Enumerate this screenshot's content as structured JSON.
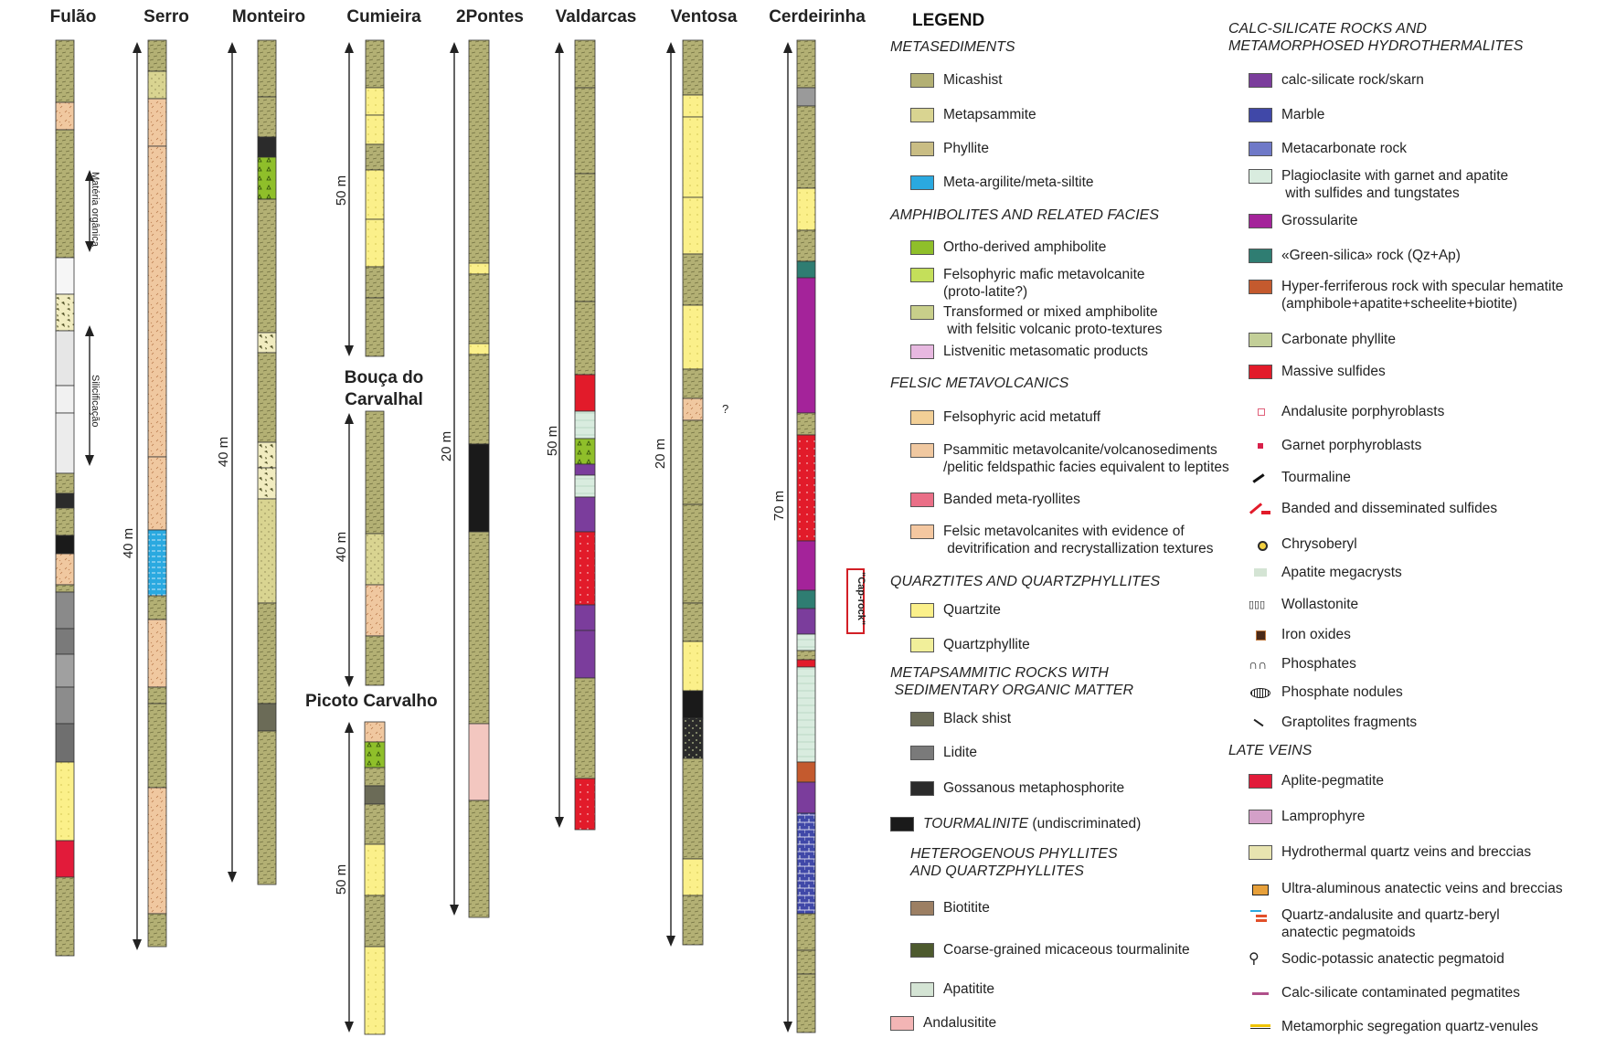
{
  "columns": [
    {
      "name": "Fulão",
      "scale": ""
    },
    {
      "name": "Serro",
      "scale": "40 m"
    },
    {
      "name": "Monteiro",
      "scale": "40 m"
    },
    {
      "name": "Cumieira",
      "scale": "50 m"
    },
    {
      "name": "2Pontes",
      "scale": "20 m"
    },
    {
      "name": "Valdarcas",
      "scale": "50 m"
    },
    {
      "name": "Ventosa",
      "scale": "20 m"
    },
    {
      "name": "Cerdeirinha",
      "scale": "70 m"
    }
  ],
  "cumieira_extra": {
    "bouca_label": "Bouça do\nCarvalhal",
    "bouca_scale": "40 m",
    "picoto_label": "Picoto Carvalho",
    "picoto_scale": "50 m"
  },
  "fulao_notes": {
    "organic": "Matéria orgânica",
    "silic": "Silicificação"
  },
  "ventosa_question": "?",
  "cap_rock": "\"Cap-rock\"",
  "legend": {
    "title": "LEGEND",
    "metasediments": {
      "heading": "METASEDIMENTS",
      "items": [
        {
          "label": "Micashist",
          "icon": "micashist-swatch",
          "color": "#b3b074"
        },
        {
          "label": "Metapsammite",
          "icon": "metapsammite-swatch",
          "color": "#d9d491"
        },
        {
          "label": "Phyllite",
          "icon": "phyllite-swatch",
          "color": "#c9bd84"
        },
        {
          "label": "Meta-argilite/meta-siltite",
          "icon": "meta-argilite-swatch",
          "color": "#2aa9e0"
        }
      ]
    },
    "amphibolites": {
      "heading": "AMPHIBOLITES AND RELATED FACIES",
      "items": [
        {
          "label": "Ortho-derived amphibolite",
          "icon": "ortho-amphibolite-swatch",
          "color": "#8fbf2a"
        },
        {
          "label": "Felsophyric mafic metavolcanite\n(proto-latite?)",
          "icon": "felsophyric-mafic-swatch",
          "color": "#c4df5a"
        },
        {
          "label": "Transformed or mixed amphibolite\n with felsitic volcanic proto-textures",
          "icon": "mixed-amphibolite-swatch",
          "color": "#c8cf8a"
        },
        {
          "label": "Listvenitic metasomatic products",
          "icon": "listvenitic-swatch",
          "color": "#e7b8e0"
        }
      ]
    },
    "felsic": {
      "heading": "FELSIC METAVOLCANICS",
      "items": [
        {
          "label": "Felsophyric acid metatuff",
          "icon": "acid-metatuff-swatch",
          "color": "#f2cf96"
        },
        {
          "label": "Psammitic metavolcanite/volcanosediments\n/pelitic feldspathic facies equivalent to leptites",
          "icon": "psammitic-metavolcanite-swatch",
          "color": "#f0c8a0"
        },
        {
          "label": "Banded meta-ryollites",
          "icon": "banded-ryollite-swatch",
          "color": "#ea6f87"
        },
        {
          "label": "Felsic metavolcanites with evidence of\n devitrification and recrystallization textures",
          "icon": "felsic-devitrified-swatch",
          "color": "#f4c7a0"
        }
      ]
    },
    "quartzites": {
      "heading": "QUARZTITES AND QUARTZPHYLLITES",
      "items": [
        {
          "label": "Quartzite",
          "icon": "quartzite-swatch",
          "color": "#fbf08a"
        },
        {
          "label": "Quartzphyllite",
          "icon": "quartzphyllite-swatch",
          "color": "#f1ef9a"
        }
      ]
    },
    "metapsammitic": {
      "heading": "METAPSAMMITIC ROCKS WITH\n SEDIMENTARY ORGANIC MATTER",
      "items": [
        {
          "label": "Black shist",
          "icon": "black-shist-swatch",
          "color": "#6b6b57"
        },
        {
          "label": "Lidite",
          "icon": "lidite-swatch",
          "color": "#7a7a7a"
        },
        {
          "label": "Gossanous metaphosphorite",
          "icon": "gossanous-swatch",
          "color": "#2b2b2b"
        }
      ]
    },
    "tourmalinite": {
      "label": "TOURMALINITE",
      "suffix": " (undiscriminated)",
      "color": "#1a1a1a"
    },
    "heterogenous": {
      "heading": "HETEROGENOUS PHYLLITES\nAND QUARTZPHYLLITES",
      "items": [
        {
          "label": "Biotitite",
          "icon": "biotitite-swatch",
          "color": "#9c7f63"
        },
        {
          "label": "Coarse-grained micaceous tourmalinite",
          "icon": "micaceous-tourmalinite-swatch",
          "color": "#4d5a2e"
        },
        {
          "label": "Apatitite",
          "icon": "apatitite-swatch",
          "color": "#d4e4d4"
        },
        {
          "label": "Andalusitite",
          "icon": "andalusitite-swatch",
          "color": "#f3b5b5"
        }
      ]
    },
    "calc": {
      "heading": "CALC-SILICATE ROCKS AND\nMETAMORPHOSED HYDROTHERMALITES",
      "items": [
        {
          "label": "calc-silicate rock/skarn",
          "icon": "skarn-swatch",
          "color": "#7b3d9c"
        },
        {
          "label": "Marble",
          "icon": "marble-swatch",
          "color": "#4048a8"
        },
        {
          "label": "Metacarbonate rock",
          "icon": "metacarbonate-swatch",
          "color": "#6f79c8"
        },
        {
          "label": "Plagioclasite with garnet and apatite\n with sulfides and tungstates",
          "icon": "plagioclasite-swatch",
          "color": "#d9ecdf"
        },
        {
          "label": "Grossularite",
          "icon": "grossularite-swatch",
          "color": "#a4239a"
        },
        {
          "label": "«Green-silica» rock (Qz+Ap)",
          "icon": "green-silica-swatch",
          "color": "#2f7d72"
        },
        {
          "label": "Hyper-ferriferous rock with specular hematite\n(amphibole+apatite+scheelite+biotite)",
          "icon": "hyper-ferriferous-swatch",
          "color": "#c45a2e"
        },
        {
          "label": "Carbonate phyllite",
          "icon": "carbonate-phyllite-swatch",
          "color": "#c3cf98"
        },
        {
          "label": "Massive sulfides",
          "icon": "massive-sulfides-swatch",
          "color": "#e21b2a"
        }
      ]
    },
    "symbols": {
      "items": [
        {
          "label": "Andalusite porphyroblasts",
          "icon": "andalusite-porphyroblast-icon"
        },
        {
          "label": "Garnet porphyroblasts",
          "icon": "garnet-porphyroblast-icon"
        },
        {
          "label": "Tourmaline",
          "icon": "tourmaline-icon"
        },
        {
          "label": "Banded and disseminated sulfides",
          "icon": "sulfides-icon"
        },
        {
          "label": "Chrysoberyl",
          "icon": "chrysoberyl-icon"
        },
        {
          "label": "Apatite megacrysts",
          "icon": "apatite-megacryst-icon"
        },
        {
          "label": "Wollastonite",
          "icon": "wollastonite-icon"
        },
        {
          "label": "Iron oxides",
          "icon": "iron-oxide-icon"
        },
        {
          "label": "Phosphates",
          "icon": "phosphate-icon"
        },
        {
          "label": "Phosphate nodules",
          "icon": "phosphate-nodule-icon"
        },
        {
          "label": "Graptolites fragments",
          "icon": "graptolite-icon"
        }
      ]
    },
    "late_veins": {
      "heading": "LATE VEINS",
      "items": [
        {
          "label": "Aplite-pegmatite",
          "icon": "aplite-pegmatite-swatch",
          "color": "#e21b3a"
        },
        {
          "label": "Lamprophyre",
          "icon": "lamprophyre-swatch",
          "color": "#d4a0c8"
        },
        {
          "label": "Hydrothermal quartz veins and breccias",
          "icon": "quartz-breccia-swatch",
          "color": "#e8e4b0"
        },
        {
          "label": "Ultra-aluminous anatectic veins and breccias",
          "icon": "ultra-aluminous-icon",
          "color": "#e7a03a"
        },
        {
          "label": "Quartz-andalusite and quartz-beryl\nanatectic pegmatoids",
          "icon": "quartz-andalusite-icon",
          "color": "#e2502a"
        },
        {
          "label": "Sodic-potassic anatectic pegmatoid",
          "icon": "sodic-potassic-icon",
          "color": "#333333"
        },
        {
          "label": "Calc-silicate contaminated pegmatites",
          "icon": "calc-pegmatite-icon",
          "color": "#b0508a"
        },
        {
          "label": "Metamorphic segregation quartz-venules",
          "icon": "quartz-venule-icon",
          "color": "#f0c400"
        }
      ]
    }
  },
  "colors": {
    "micashist": "#b3b074",
    "metapsammite": "#d9d491",
    "phyllite": "#c9bd84",
    "argilite": "#2aa9e0",
    "amphibolite": "#8fbf2a",
    "felsic": "#f0c8a0",
    "ryollite": "#ea6f87",
    "quartzite": "#fbf08a",
    "blackshist": "#6b6b57",
    "lidite": "#7a7a7a",
    "tourmalinite": "#1a1a1a",
    "skarn": "#7b3d9c",
    "marble": "#4048a8",
    "plagioclasite": "#d9ecdf",
    "grossularite": "#a4239a",
    "greensilica": "#2f7d72",
    "hyperfer": "#c45a2e",
    "sulfide": "#e21b2a",
    "aplite": "#e21b3a",
    "andalusitite": "#f3b5b5",
    "biotitite": "#9c7f63"
  }
}
